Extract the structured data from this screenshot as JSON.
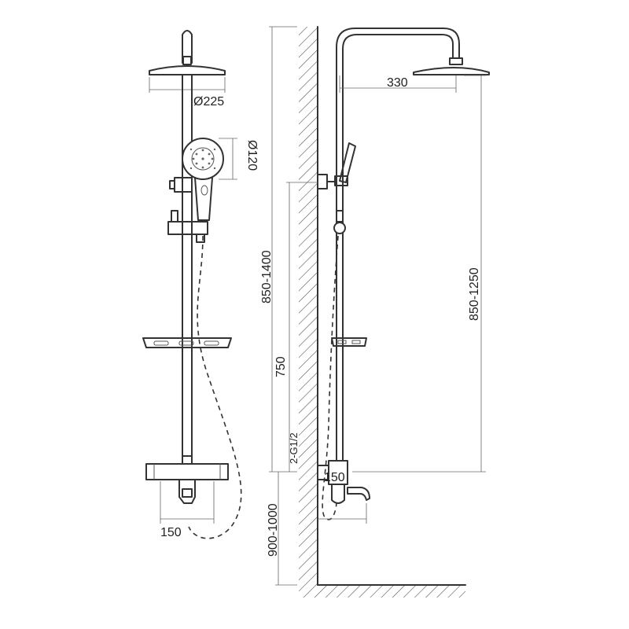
{
  "dimensions": {
    "rain_head_diameter": "Ø225",
    "hand_shower_diameter": "Ø120",
    "front_spout_spacing": "150",
    "arm_length": "330",
    "total_height_range": "850-1400",
    "slide_height": "750",
    "inlet_thread": "2-G1/2",
    "side_spacing": "150",
    "head_height_range": "850-1250",
    "mount_height_range": "900-1000"
  },
  "colors": {
    "line": "#333333",
    "hatch": "#555555",
    "background": "#ffffff"
  }
}
